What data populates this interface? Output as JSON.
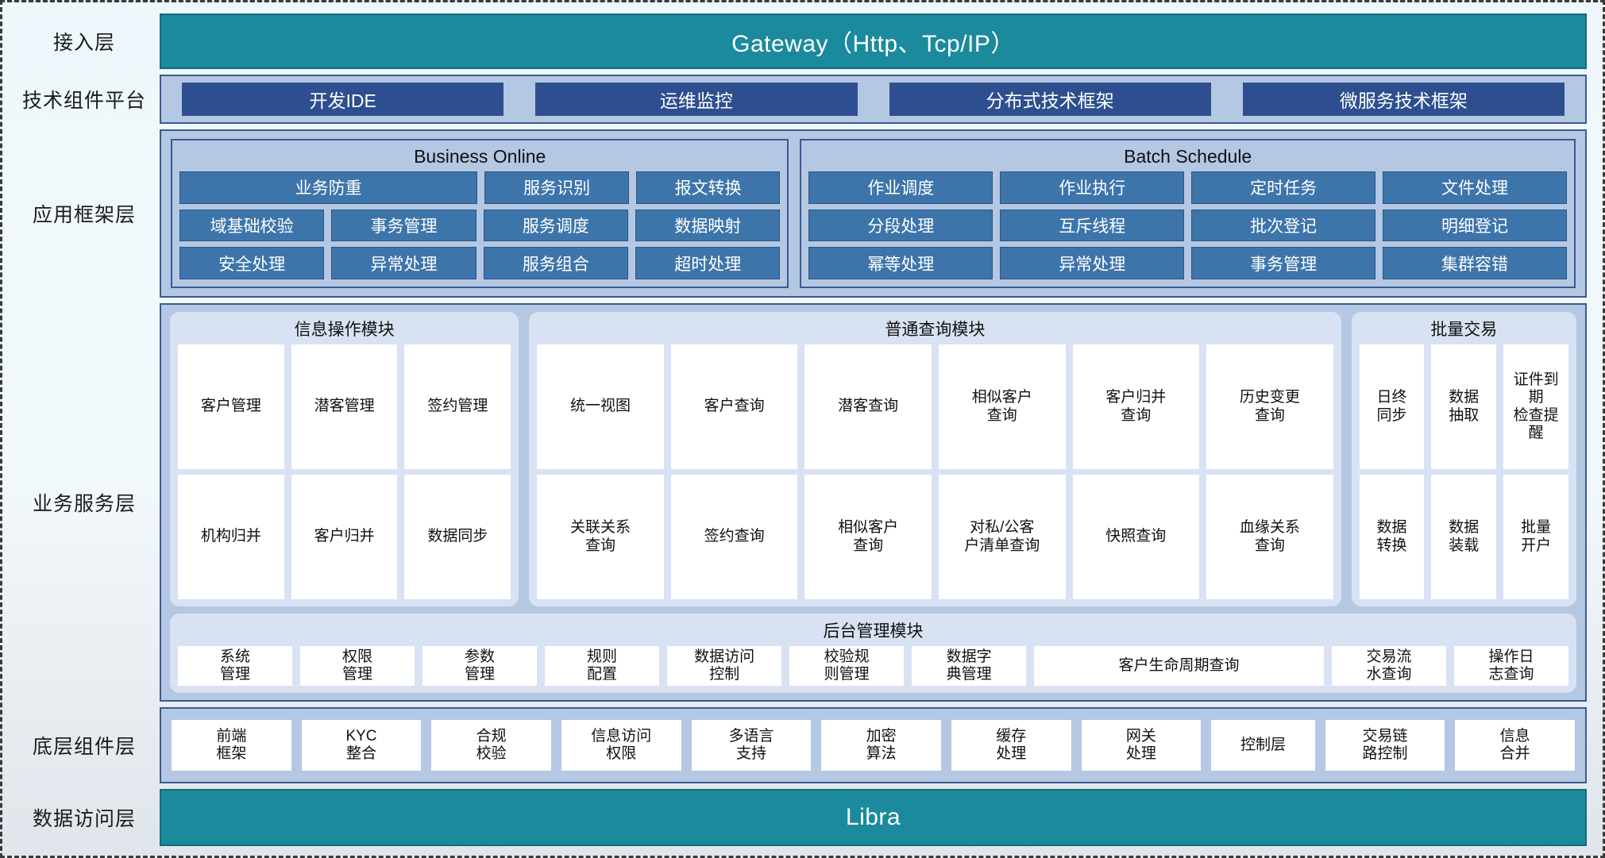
{
  "diagram": {
    "title": "Layered System Architecture",
    "colors": {
      "teal": "#1b8a9c",
      "dark_blue_chip": "#2e4f8f",
      "mid_blue_chip": "#3d75ab",
      "panel_blue": "#b4c7e3",
      "module_blue": "#d9e2f3",
      "cell_white": "#ffffff",
      "border_blue": "#3a5a90"
    }
  },
  "layers": {
    "access": {
      "label": "接入层",
      "bar": "Gateway（Http、Tcp/IP）"
    },
    "tech_platform": {
      "label": "技术组件平台",
      "items": [
        "开发IDE",
        "运维监控",
        "分布式技术框架",
        "微服务技术框架"
      ]
    },
    "app_framework": {
      "label": "应用框架层",
      "groups": [
        {
          "title": "Business Online",
          "rows": [
            [
              "业务防重",
              "服务识别",
              "报文转换"
            ],
            [
              "域基础校验",
              "事务管理",
              "服务调度",
              "数据映射"
            ],
            [
              "安全处理",
              "异常处理",
              "服务组合",
              "超时处理"
            ]
          ]
        },
        {
          "title": "Batch Schedule",
          "rows": [
            [
              "作业调度",
              "作业执行",
              "定时任务",
              "文件处理"
            ],
            [
              "分段处理",
              "互斥线程",
              "批次登记",
              "明细登记"
            ],
            [
              "幂等处理",
              "异常处理",
              "事务管理",
              "集群容错"
            ]
          ]
        }
      ]
    },
    "business_service": {
      "label": "业务服务层",
      "modules": [
        {
          "title": "信息操作模块",
          "rows": [
            [
              "客户管理",
              "潜客管理",
              "签约管理"
            ],
            [
              "机构归并",
              "客户归并",
              "数据同步"
            ]
          ]
        },
        {
          "title": "普通查询模块",
          "rows": [
            [
              "统一视图",
              "客户查询",
              "潜客查询",
              "相似客户\n查询",
              "客户归并\n查询",
              "历史变更\n查询"
            ],
            [
              "关联关系\n查询",
              "签约查询",
              "相似客户\n查询",
              "对私/公客\n户清单查询",
              "快照查询",
              "血缘关系\n查询"
            ]
          ]
        },
        {
          "title": "批量交易",
          "rows": [
            [
              "日终\n同步",
              "数据\n抽取",
              "证件到期\n检查提醒"
            ],
            [
              "数据\n转换",
              "数据\n装载",
              "批量\n开户"
            ]
          ]
        }
      ],
      "admin_module": {
        "title": "后台管理模块",
        "rows": [
          [
            "系统\n管理",
            "权限\n管理",
            "参数\n管理",
            "规则\n配置",
            "数据访问\n控制",
            "校验规\n则管理",
            "数据字\n典管理",
            "客户生命周期查询",
            "交易流\n水查询",
            "操作日\n志查询"
          ]
        ]
      }
    },
    "bottom_components": {
      "label": "底层组件层",
      "items": [
        "前端\n框架",
        "KYC\n整合",
        "合规\n校验",
        "信息访问\n权限",
        "多语言\n支持",
        "加密\n算法",
        "缓存\n处理",
        "网关\n处理",
        "控制层",
        "交易链\n路控制",
        "信息\n合并"
      ]
    },
    "data_access": {
      "label": "数据访问层",
      "bar": "Libra"
    }
  }
}
